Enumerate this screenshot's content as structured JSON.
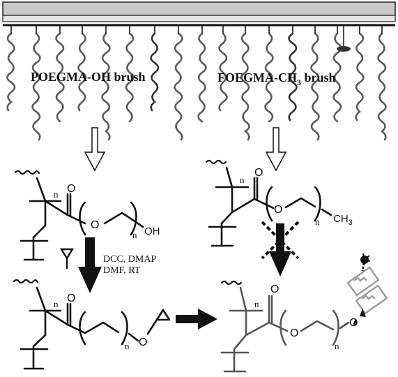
{
  "colors": {
    "surface_top": "#cfcfcf",
    "surface_body": "#b9b9b9",
    "ink": "#111111",
    "chain_gray": "#555555",
    "light_gray": "#9a9a9a",
    "background": "#ffffff"
  },
  "brush_left_label": "POEGMA-OH brush",
  "brush_right_label": "FOEGMA-CH",
  "brush_right_sub": "3",
  "brush_right_suffix": " brush",
  "n_label": "n",
  "o_label": "O",
  "oh_label": "OH",
  "ch3_label": "CH",
  "ch3_sub": "3",
  "reagents_line1": "DCC, DMAP",
  "reagents_line2": "DMF, RT",
  "icons": {
    "surface": "substrate-surface",
    "polymer_chain": "wavy-chain-icon",
    "open_arrow": "hollow-down-arrow-icon",
    "solid_arrow": "solid-arrow-icon",
    "blocked": "cross-mark-icon",
    "cyclopropene": "triangle-ring-icon",
    "probe": "fluorescent-probe-icon"
  }
}
